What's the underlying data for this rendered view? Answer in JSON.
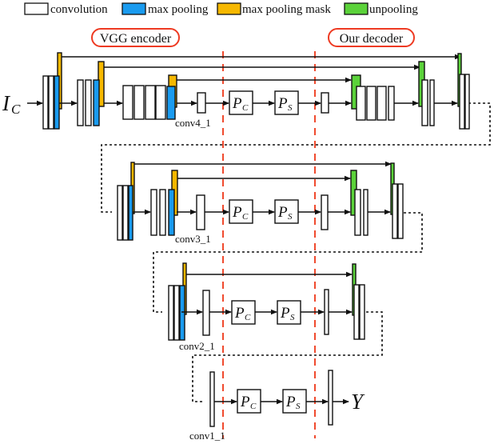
{
  "colors": {
    "convolution": "#ffffff",
    "max_pooling": "#1a9bef",
    "max_pooling_mask": "#f6b800",
    "unpooling": "#5bd23a",
    "stroke": "#111111",
    "divider": "#f04a2e",
    "region_label_border": "#ee3a22"
  },
  "legend": [
    {
      "key": "convolution",
      "label": "convolution"
    },
    {
      "key": "max_pooling",
      "label": "max pooling"
    },
    {
      "key": "max_pooling_mask",
      "label": "max pooling mask"
    },
    {
      "key": "unpooling",
      "label": "unpooling"
    }
  ],
  "regions": {
    "encoder": "VGG encoder",
    "decoder": "Our decoder"
  },
  "input_label": {
    "main": "I",
    "sub": "C"
  },
  "output_label": "Y",
  "levels": [
    {
      "id": "conv4_1",
      "label": "conv4_1",
      "pc": {
        "main": "P",
        "sub": "C"
      },
      "ps": {
        "main": "P",
        "sub": "S"
      }
    },
    {
      "id": "conv3_1",
      "label": "conv3_1",
      "pc": {
        "main": "P",
        "sub": "C"
      },
      "ps": {
        "main": "P",
        "sub": "S"
      }
    },
    {
      "id": "conv2_1",
      "label": "conv2_1",
      "pc": {
        "main": "P",
        "sub": "C"
      },
      "ps": {
        "main": "P",
        "sub": "S"
      }
    },
    {
      "id": "conv1_1",
      "label": "conv1_1",
      "pc": {
        "main": "P",
        "sub": "C"
      },
      "ps": {
        "main": "P",
        "sub": "S"
      }
    }
  ]
}
